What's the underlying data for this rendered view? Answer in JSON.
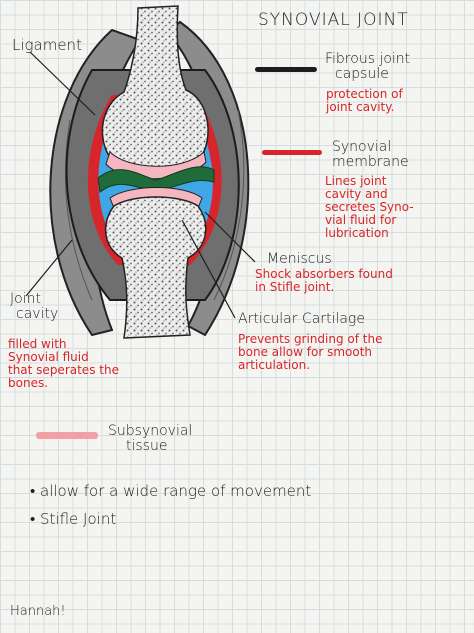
{
  "title": "SYNOVIAL JOINT",
  "labels": {
    "ligament": "Ligament",
    "fibrous_capsule": [
      "Fibrous joint",
      "capsule"
    ],
    "fibrous_capsule_note": [
      "protection of",
      "joint cavity."
    ],
    "synovial_membrane": [
      "Synovial",
      "membrane"
    ],
    "synovial_membrane_note": [
      "Lines joint",
      "cavity and",
      "secretes Syno-",
      "vial fluid for",
      "lubrication"
    ],
    "meniscus": "Meniscus",
    "meniscus_note": [
      "Shock absorbers found",
      "in Stifle joint."
    ],
    "articular_cartilage": "Articular Cartilage",
    "articular_cartilage_note": [
      "Prevents grinding of the",
      "bone allow for smooth",
      "articulation."
    ],
    "joint_cavity": [
      "Joint",
      "cavity"
    ],
    "joint_cavity_note": [
      "filled with",
      "Synovial fluid",
      "that seperates the",
      "bones."
    ],
    "subsynovial": [
      "Subsynovial",
      "tissue"
    ]
  },
  "bullets": [
    "allow for a wide range of movement",
    "Stifle Joint"
  ],
  "signature": "Hannah!",
  "colors": {
    "capsule": "#1c1c1c",
    "membrane": "#d7262b",
    "subsynovial": "#f2a0a6",
    "fluid": "#3fa7e6",
    "meniscus": "#1f6b3a",
    "cartilage": "#f4b6bf",
    "bone": "#e9e9e9",
    "ligament": "#8a8a8a",
    "note_red": "#d7262b"
  }
}
